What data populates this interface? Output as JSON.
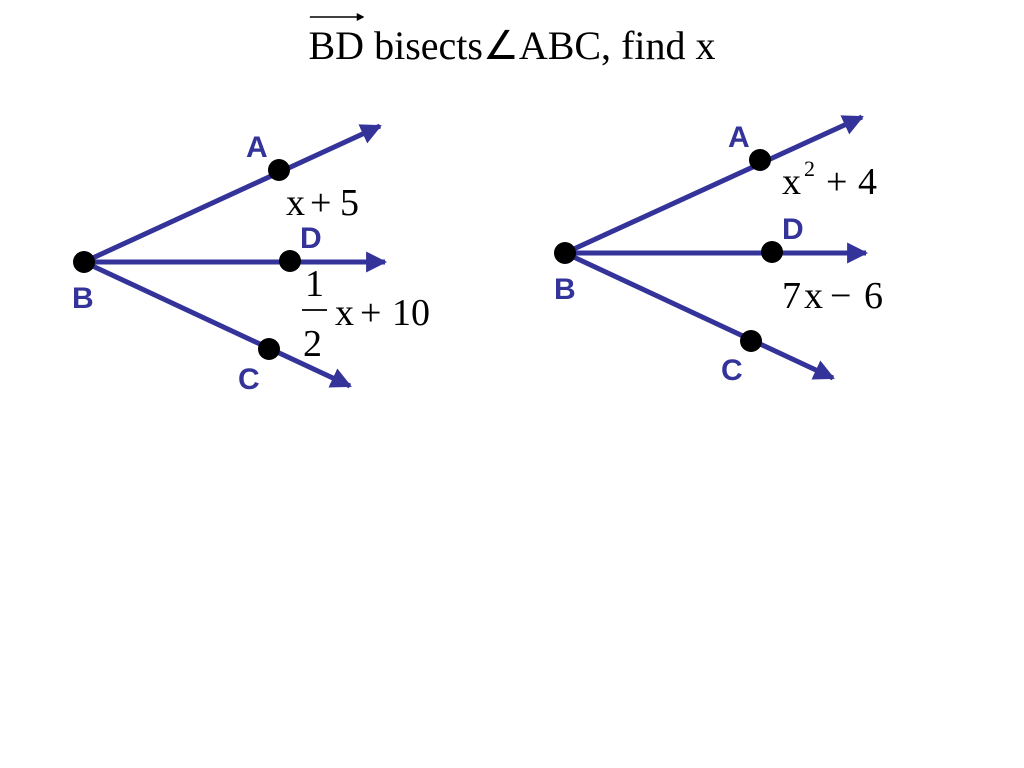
{
  "title": {
    "ray": "BD",
    "text": "bisects",
    "angle_symbol": "∠",
    "angle_name": "ABC,",
    "task": "find x"
  },
  "colors": {
    "ray": "#333399",
    "point": "#000000",
    "label": "#333399",
    "text": "#000000"
  },
  "left_figure": {
    "labels": {
      "a": "A",
      "b": "B",
      "c": "C",
      "d": "D"
    },
    "angle_abd": {
      "var": "x",
      "op": "+",
      "const": "5"
    },
    "angle_dbc": {
      "numerator": "1",
      "denominator": "2",
      "var": "x",
      "op": "+",
      "const": "10"
    }
  },
  "right_figure": {
    "labels": {
      "a": "A",
      "b": "B",
      "c": "C",
      "d": "D"
    },
    "angle_abd": {
      "var": "x",
      "exponent": "2",
      "op": "+",
      "const": "4"
    },
    "angle_dbc": {
      "coef": "7",
      "var": "x",
      "op": "−",
      "const": "6"
    }
  }
}
